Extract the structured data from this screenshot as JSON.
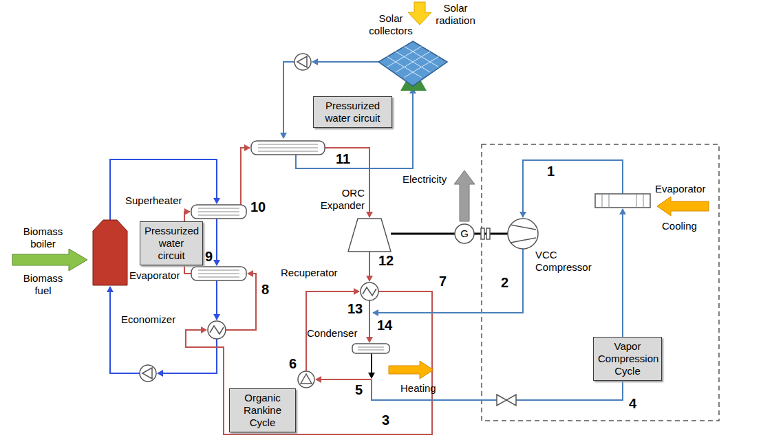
{
  "diagram": {
    "nodes": [
      {
        "text": [
          "Pressurized water circuit"
        ]
      },
      {
        "text": [
          "Pressurized water circuit"
        ]
      },
      {
        "text": [
          "Organic Rankine Cycle"
        ]
      },
      {
        "text": [
          "Vapor Compression Cycle"
        ]
      }
    ],
    "labels": [
      "Solar radiation",
      "Solar collectors",
      "Electricity",
      "1",
      "Evaporator",
      "Cooling",
      "11",
      "Superheater",
      "10",
      "Biomass boiler",
      "Biomass fuel",
      "ORC Expander",
      "9",
      "Evaporator",
      "8",
      "Recuperator",
      "12",
      "13",
      "7",
      "2",
      "VCC Compressor",
      "Condenser",
      "14",
      "Economizer",
      "6",
      "5",
      "Heating",
      "4",
      "3",
      "G"
    ]
  }
}
